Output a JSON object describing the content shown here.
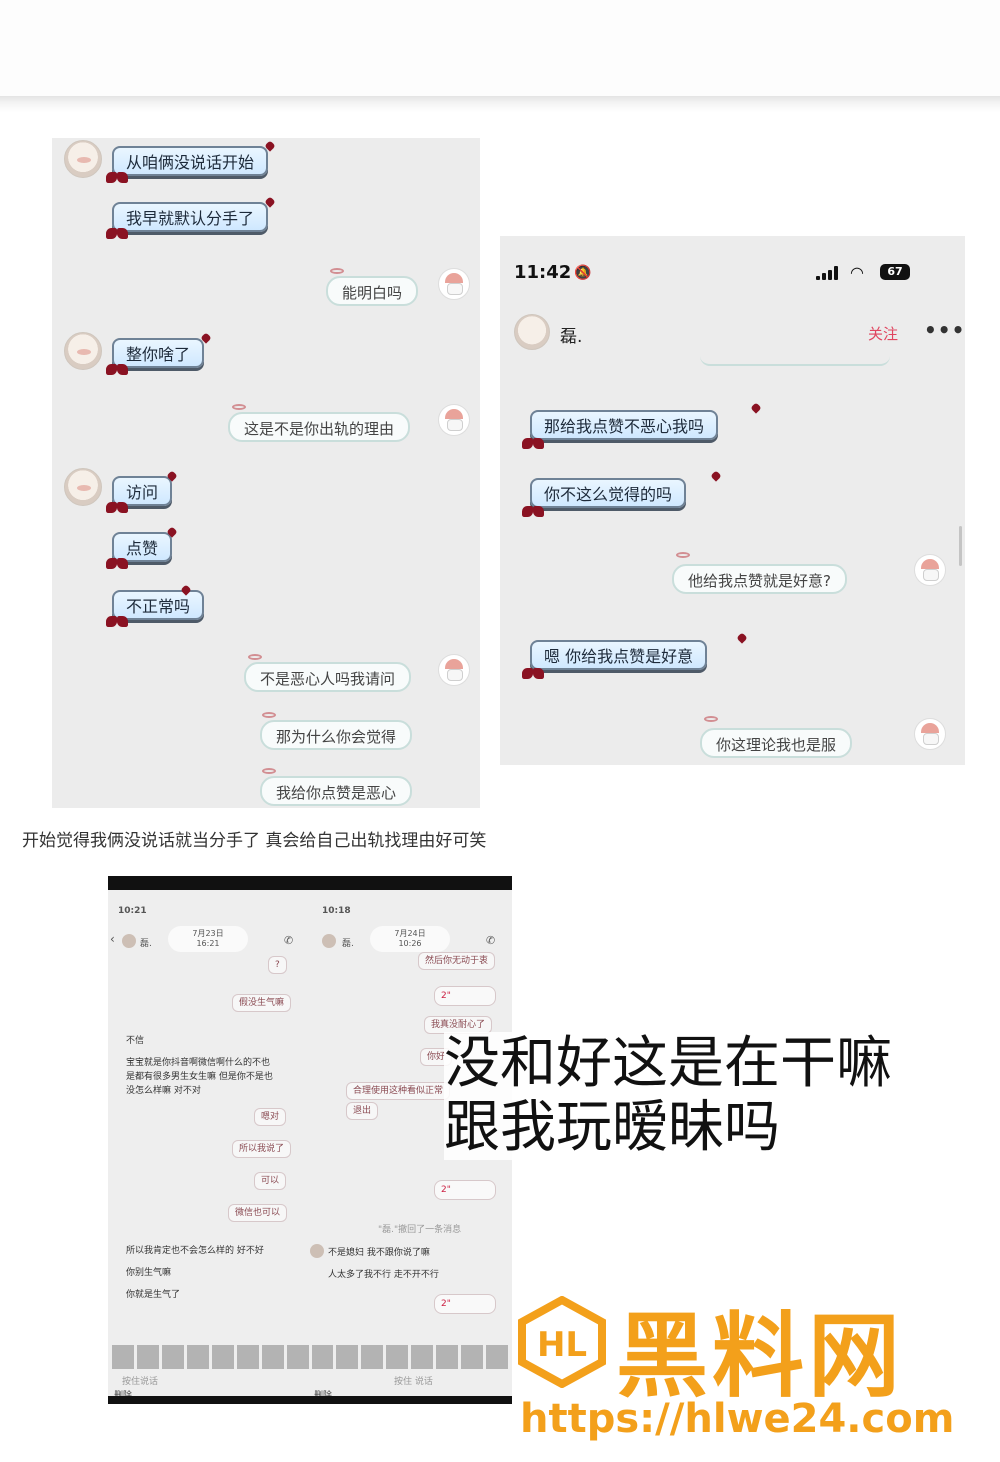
{
  "panel1": {
    "messages_left": [
      {
        "text": "从咱俩没说话开始"
      },
      {
        "text": "我早就默认分手了"
      },
      {
        "text": "整你啥了"
      },
      {
        "text": "访问"
      },
      {
        "text": "点赞"
      },
      {
        "text": "不正常吗"
      }
    ],
    "messages_right": [
      {
        "text": "能明白吗"
      },
      {
        "text": "这是不是你出轨的理由"
      },
      {
        "text": "不是恶心人吗我请问"
      },
      {
        "text": "那为什么你会觉得"
      },
      {
        "text": "我给你点赞是恶心"
      }
    ]
  },
  "panel2": {
    "status_time": "11:42",
    "battery": "67",
    "contact_name": "磊.",
    "follow_label": "关注",
    "more_label": "•••",
    "messages_left": [
      {
        "text": "那给我点赞不恶心我吗"
      },
      {
        "text": "你不这么觉得的吗"
      },
      {
        "text": "嗯 你给我点赞是好意"
      }
    ],
    "messages_right": [
      {
        "text": "他给我点赞就是好意?"
      },
      {
        "text": "你这理论我也是服"
      }
    ]
  },
  "caption": "开始觉得我俩没说话就当分手了 真会给自己出轨找理由好可笑",
  "panel3": {
    "left": {
      "status_time": "10:21",
      "date_line1": "7月23日",
      "date_line2": "16:21",
      "name": "磊.",
      "right_msgs": [
        "?",
        "假没生气嘛",
        "嗯对",
        "所以我说了",
        "可以",
        "微信也可以"
      ],
      "left_msgs": [
        "不信",
        "宝宝就是你抖音啊微信啊什么的不也",
        "是都有很多男生女生嘛 但是你不是也",
        "没怎么样嘛 对不对",
        "所以我肯定也不会怎么样的 好不好",
        "你别生气嘛",
        "你就是生气了"
      ],
      "input_placeholder": "按住说话",
      "delete_label": "删除"
    },
    "right": {
      "status_time": "10:18",
      "date_line1": "7月24日",
      "date_line2": "10:26",
      "name": "磊.",
      "right_msgs": [
        "然后你无动于衷",
        "我真没耐心了",
        "你好",
        "合理使用这种看似正常",
        "退出"
      ],
      "left_msgs": [
        "不是媳妇 我不跟你说了嘛",
        "人太多了我不行 走不开不行"
      ],
      "system_msg": "\"磊.\"撤回了一条消息",
      "voice_label": "2\"",
      "input_placeholder": "按住 说话",
      "delete_label": "删除"
    }
  },
  "overlay_text": {
    "line1": "没和好这是在干嘛",
    "line2": "跟我玩暧昧吗"
  },
  "watermark": {
    "title": "黑料网",
    "url": "https://hlwe24.com",
    "color": "#f3a01b"
  }
}
